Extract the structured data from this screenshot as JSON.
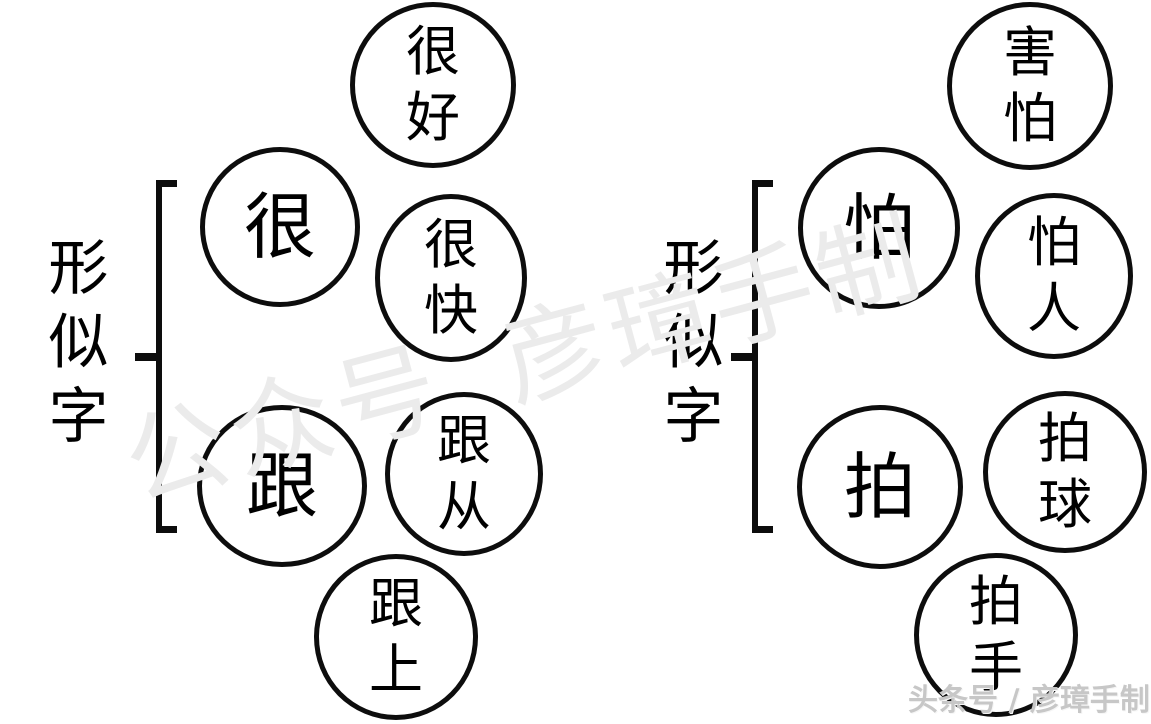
{
  "watermarks": {
    "diagonal": "公众号 彦璋手制",
    "corner": "头条号 / 彦璋手制"
  },
  "colors": {
    "ink": "#0d0d0d",
    "background": "#ffffff",
    "diagonal_watermark": "#ebebeb",
    "corner_watermark": "#c7c7c7"
  },
  "groups": [
    {
      "label": "形似字",
      "base_chars": [
        {
          "char": "很",
          "words": [
            "很好",
            "很快"
          ]
        },
        {
          "char": "跟",
          "words": [
            "跟从",
            "跟上"
          ]
        }
      ]
    },
    {
      "label": "形似字",
      "base_chars": [
        {
          "char": "怕",
          "words": [
            "害怕",
            "怕人"
          ]
        },
        {
          "char": "拍",
          "words": [
            "拍球",
            "拍手"
          ]
        }
      ]
    }
  ]
}
